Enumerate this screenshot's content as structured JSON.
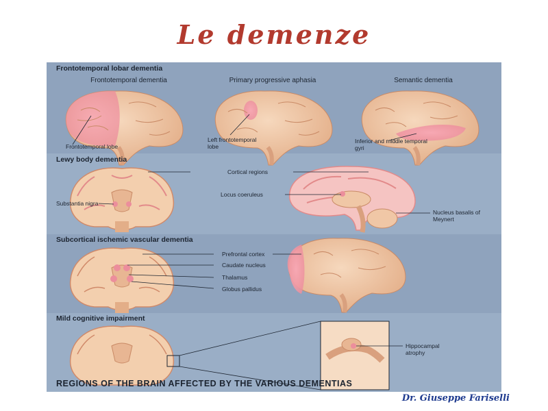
{
  "slide": {
    "title": "Le demenze",
    "author": "Dr. Giuseppe Fariselli"
  },
  "figure": {
    "caption": "REGIONS OF THE BRAIN AFFECTED BY THE VARIOUS DEMENTIAS",
    "colors": {
      "panel": "#8fa3bd",
      "brain": "#f0c7a6",
      "highlight": "#ec8e9c",
      "title": "#b23a2e"
    },
    "sections": [
      {
        "title": "Frontotemporal lobar dementia",
        "subtitles": [
          "Frontotemporal dementia",
          "Primary progressive aphasia",
          "Semantic dementia"
        ],
        "labels": [
          "Frontotemporal lobe",
          "Left frontotemporal lobe",
          "Inferior and middle temporal gyri"
        ]
      },
      {
        "title": "Lewy body dementia",
        "labels": [
          "Cortical regions",
          "Substantia nigra",
          "Locus coeruleus",
          "Nucleus basalis of Meynert"
        ]
      },
      {
        "title": "Subcortical ischemic vascular dementia",
        "labels": [
          "Prefrontal cortex",
          "Caudate nucleus",
          "Thalamus",
          "Globus pallidus"
        ]
      },
      {
        "title": "Mild cognitive impairment",
        "labels": [
          "Hippocampal atrophy"
        ]
      }
    ]
  }
}
